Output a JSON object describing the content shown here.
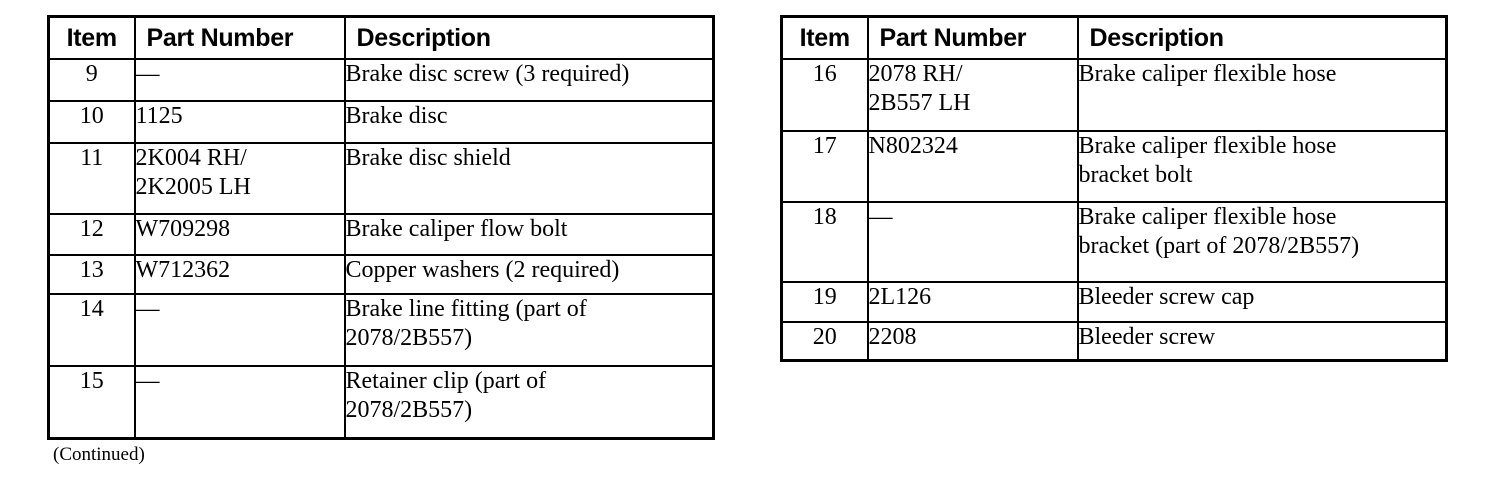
{
  "document": {
    "footnote": "(Continued)"
  },
  "tables": [
    {
      "id": "left",
      "headers": {
        "item": "Item",
        "part_number": "Part Number",
        "description": "Description"
      },
      "rows": [
        {
          "item": "9",
          "part_number": "—",
          "description": "Brake disc screw (3 required)",
          "height": 42
        },
        {
          "item": "10",
          "part_number": "1125",
          "description": "Brake disc",
          "height": 42
        },
        {
          "item": "11",
          "part_number": "2K004 RH/\n2K2005 LH",
          "description": "Brake disc shield",
          "height": 71
        },
        {
          "item": "12",
          "part_number": "W709298",
          "description": "Brake caliper flow bolt",
          "height": 41
        },
        {
          "item": "13",
          "part_number": "W712362",
          "description": "Copper washers (2 required)",
          "height": 39
        },
        {
          "item": "14",
          "part_number": "—",
          "description": "Brake line fitting (part of\n2078/2B557)",
          "height": 72
        },
        {
          "item": "15",
          "part_number": "—",
          "description": "Retainer clip (part of\n2078/2B557)",
          "height": 72
        }
      ]
    },
    {
      "id": "right",
      "headers": {
        "item": "Item",
        "part_number": "Part Number",
        "description": "Description"
      },
      "rows": [
        {
          "item": "16",
          "part_number": "2078 RH/\n2B557 LH",
          "description": "Brake caliper flexible hose",
          "height": 72
        },
        {
          "item": "17",
          "part_number": "N802324",
          "description": "Brake caliper flexible hose\nbracket bolt",
          "height": 71
        },
        {
          "item": "18",
          "part_number": "—",
          "description": "Brake caliper flexible hose\nbracket (part of 2078/2B557)",
          "height": 80
        },
        {
          "item": "19",
          "part_number": "2L126",
          "description": "Bleeder screw cap",
          "height": 40
        },
        {
          "item": "20",
          "part_number": "2208",
          "description": "Bleeder screw",
          "height": 38
        }
      ]
    }
  ],
  "colors": {
    "background": "#ffffff",
    "text": "#000000",
    "border": "#000000"
  }
}
